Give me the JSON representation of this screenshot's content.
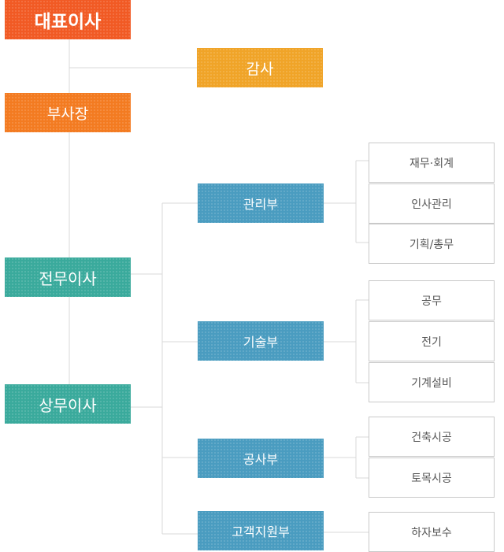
{
  "chart": {
    "ceo": "대표이사",
    "auditor": "감사",
    "vice_president": "부사장",
    "managing_director": "전무이사",
    "executive_director": "상무이사",
    "departments": [
      {
        "name": "관리부",
        "teams": [
          "재무·회계",
          "인사관리",
          "기획/총무"
        ]
      },
      {
        "name": "기술부",
        "teams": [
          "공무",
          "전기",
          "기계설비"
        ]
      },
      {
        "name": "공사부",
        "teams": [
          "건축시공",
          "토목시공"
        ]
      },
      {
        "name": "고객지원부",
        "teams": [
          "하자보수"
        ]
      }
    ]
  },
  "colors": {
    "ceo": "#f15a24",
    "auditor": "#f0a428",
    "vice_president": "#f37b21",
    "directors": "#3aaa9c",
    "departments": "#4a9cc0",
    "connector": "#d9d9d9",
    "team_border": "#c9c9c9",
    "team_text": "#555555"
  }
}
